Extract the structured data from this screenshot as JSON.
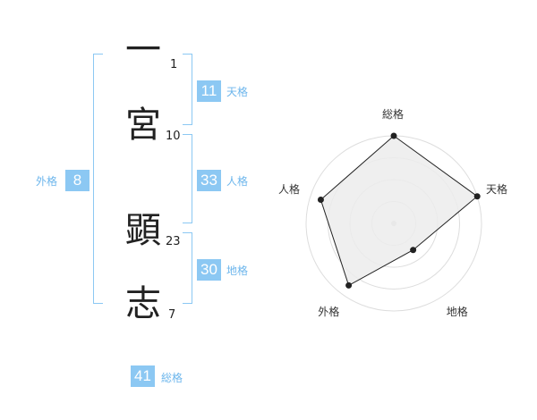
{
  "name": {
    "chars": [
      {
        "char": "一",
        "strokes": "1"
      },
      {
        "char": "宮",
        "strokes": "10"
      },
      {
        "char": "顕",
        "strokes": "23"
      },
      {
        "char": "志",
        "strokes": "7"
      }
    ]
  },
  "fortune": {
    "tenkaku": {
      "value": "11",
      "label": "天格"
    },
    "jinkaku": {
      "value": "33",
      "label": "人格"
    },
    "chikaku": {
      "value": "30",
      "label": "地格"
    },
    "gaikaku": {
      "value": "8",
      "label": "外格"
    },
    "soukaku": {
      "value": "41",
      "label": "総格"
    }
  },
  "chart_data": {
    "type": "radar",
    "axes": [
      "総格",
      "天格",
      "地格",
      "外格",
      "人格"
    ],
    "values": [
      4,
      4,
      1.5,
      3.5,
      3.5
    ],
    "rmax": 4,
    "rings": 4,
    "colors": {
      "fill": "#ececec",
      "line": "#222222",
      "ring": "#dddddd"
    }
  }
}
